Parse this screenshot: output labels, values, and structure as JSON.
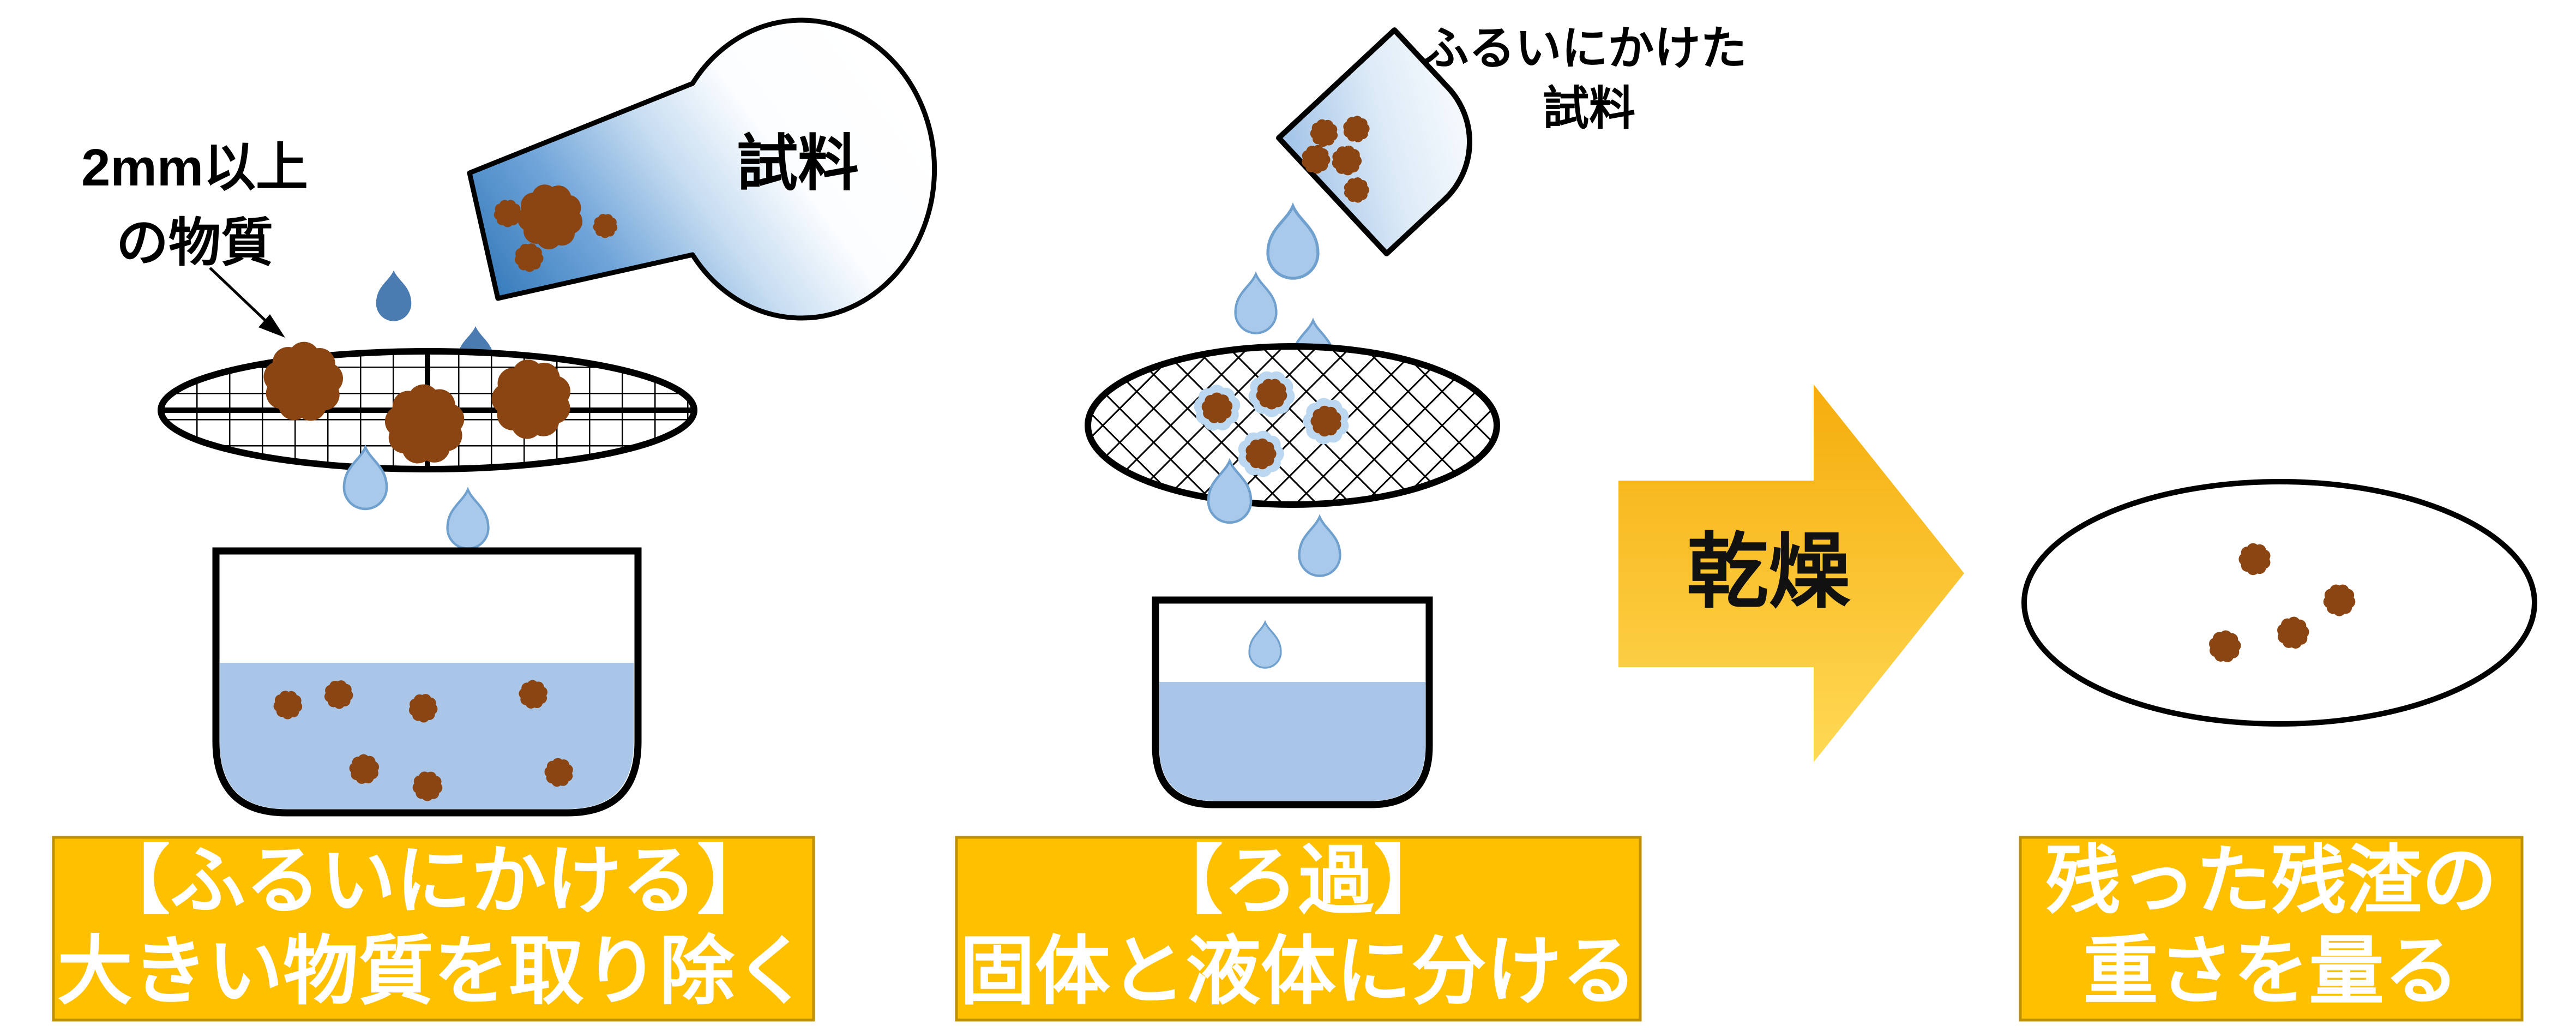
{
  "figure_type": "process-diagram",
  "steps": [
    {
      "id": "sieving",
      "annotation_line1": "2mm以上",
      "annotation_line2": "の物質",
      "flask_label": "試料",
      "caption_line1": "【ふるいにかける】",
      "caption_line2": "大きい物質を取り除く"
    },
    {
      "id": "filtration",
      "source_label_line1": "ふるいにかけた",
      "source_label_line2": "試料",
      "caption_line1": "【ろ過】",
      "caption_line2": "固体と液体に分ける"
    },
    {
      "id": "weighing",
      "arrow_label": "乾燥",
      "caption_line1": "残った残渣の",
      "caption_line2": "重さを量る"
    }
  ],
  "icons": {
    "water_drop": "water-drop-icon",
    "particle": "residue-particle",
    "sieve": "sieve-mesh",
    "filter": "filter-mesh",
    "beaker": "beaker",
    "flask": "round-bottom-flask",
    "cup": "pouring-cup",
    "dish": "evaporating-dish",
    "process_arrow": "process-arrow"
  },
  "colors": {
    "accent_gold": "#FFC000",
    "gold_border": "#BF9000",
    "arrow_gradient_top": "#F5AD0C",
    "arrow_gradient_bottom": "#FFD955",
    "particle_brown": "#8B4513",
    "droplet_dark_blue": "#4A7CB2",
    "droplet_light_blue": "#A9C9EB",
    "beaker_liquid": "#A9C6E8",
    "flask_liquid_dark": "#2E75B6",
    "wet_halo": "#BCD7F0",
    "caption_text": "#FFFFFF",
    "outline": "#000000"
  }
}
